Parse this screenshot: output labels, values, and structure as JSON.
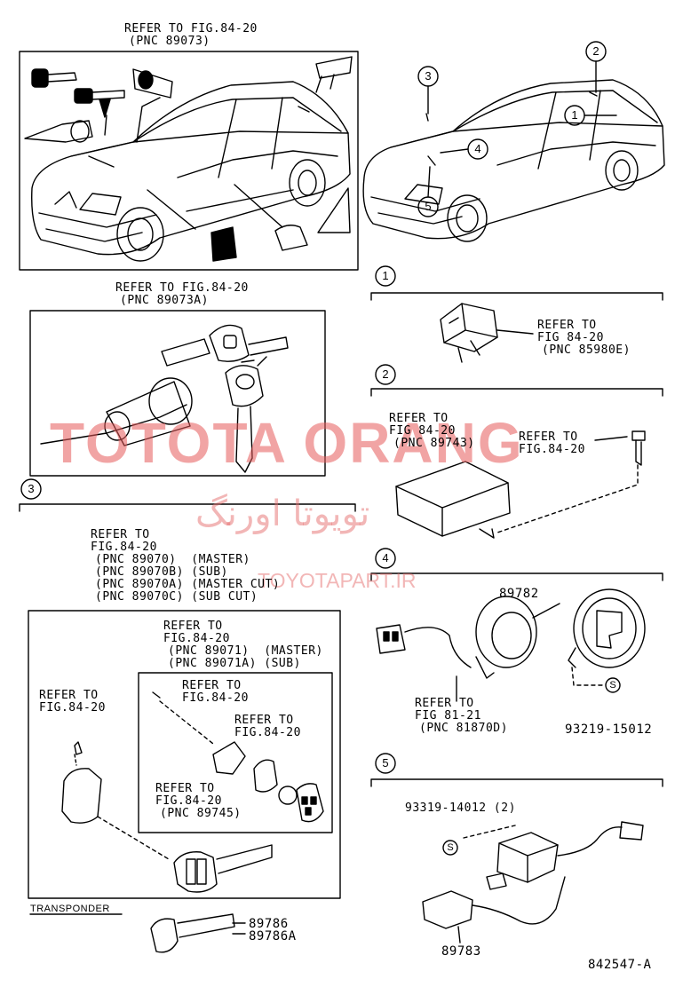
{
  "top_left_ref": {
    "line1": "REFER TO FIG.84-20",
    "line2": "(PNC 89073)"
  },
  "key_box_ref": {
    "line1": "REFER TO FIG.84-20",
    "line2": "(PNC 89073A)"
  },
  "sections": {
    "s1": "1",
    "s2": "2",
    "s3": "3",
    "s4": "4",
    "s5": "5"
  },
  "car_callouts": [
    "1",
    "2",
    "3",
    "4",
    "5"
  ],
  "section1_ref": {
    "line1": "REFER TO",
    "line2": "FIG 84-20",
    "line3": "(PNC 85980E)"
  },
  "section2_ref_a": {
    "line1": "REFER TO",
    "line2": "FIG 84-20",
    "line3": "(PNC 89743)"
  },
  "section2_ref_b": {
    "line1": "REFER TO",
    "line2": "FIG.84-20"
  },
  "section3_ref": {
    "line1": "REFER TO",
    "line2": "FIG.84-20",
    "line3": "(PNC 89070)  (MASTER)",
    "line4": "(PNC 89070B) (SUB)",
    "line5": "(PNC 89070A) (MASTER CUT)",
    "line6": "(PNC 89070C) (SUB CUT)"
  },
  "inner_ref": {
    "line1": "REFER TO",
    "line2": "FIG.84-20",
    "line3": "(PNC 89071)  (MASTER)",
    "line4": "(PNC 89071A) (SUB)"
  },
  "ref_screw_left": {
    "line1": "REFER TO",
    "line2": "FIG.84-20"
  },
  "ref_inner_screw": {
    "line1": "REFER TO",
    "line2": "FIG.84-20"
  },
  "ref_inner_cap": {
    "line1": "REFER TO",
    "line2": "FIG.84-20"
  },
  "ref_inner_battery": {
    "line1": "REFER TO",
    "line2": "FIG.84-20",
    "line3": "(PNC 89745)"
  },
  "transponder_label": "TRANSPONDER",
  "part_89786": {
    "line1": "89786",
    "line2": "89786A"
  },
  "section4": {
    "part_89782": "89782",
    "ref": {
      "line1": "REFER TO",
      "line2": "FIG 81-21",
      "line3": "(PNC 81870D)"
    },
    "screw_part": "93219-15012",
    "screw_symbol": "S"
  },
  "section5": {
    "screw_part": "93319-14012 (2)",
    "screw_symbol": "S",
    "part_89783": "89783"
  },
  "diagram_code": "842547-A",
  "watermark": {
    "main": "TOTOTA ORANG",
    "persian": "تویوتا اورنگ",
    "url": "TOYOTAPART.IR"
  }
}
